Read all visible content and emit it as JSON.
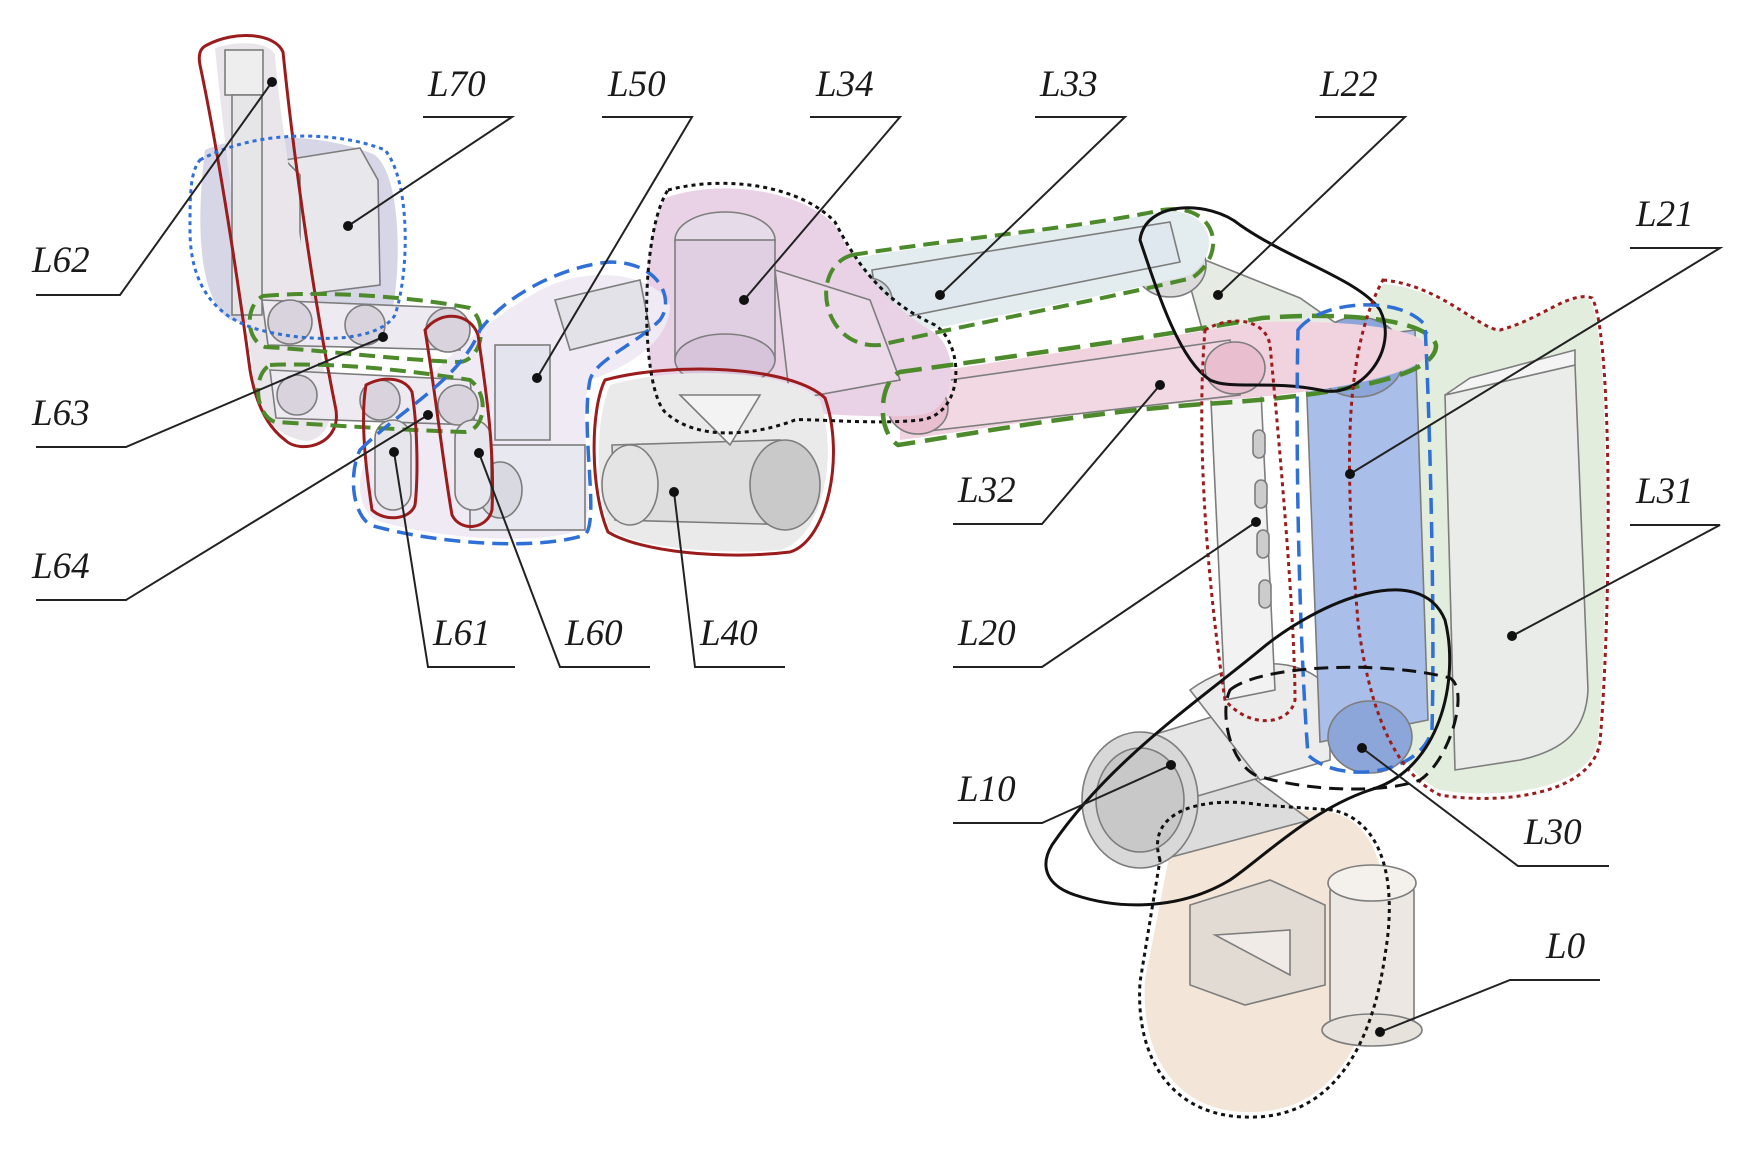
{
  "colors": {
    "outline_red": "#9b1c1c",
    "outline_blue": "#2f6fd6",
    "outline_green": "#4c8a2b",
    "outline_black": "#111111",
    "fill_base_L0": "#f3e6d8",
    "fill_green_L31": "#e2eddd",
    "fill_blue_L21": "#a9bfe9",
    "fill_pink_L32": "#f1d3df",
    "fill_pink_L34": "#ead2e6",
    "fill_grey_part": "#e4e4ea",
    "fill_L70": "#d6d6e6"
  },
  "labels": [
    {
      "id": "L62",
      "text": "L62",
      "outline": "solid red"
    },
    {
      "id": "L70",
      "text": "L70",
      "outline": "dotted blue"
    },
    {
      "id": "L50",
      "text": "L50",
      "outline": "dashed blue"
    },
    {
      "id": "L34",
      "text": "L34",
      "outline": "dotted black"
    },
    {
      "id": "L33",
      "text": "L33",
      "outline": "dashed green"
    },
    {
      "id": "L22",
      "text": "L22",
      "outline": "solid black"
    },
    {
      "id": "L21",
      "text": "L21",
      "outline": "dashed blue"
    },
    {
      "id": "L63",
      "text": "L63",
      "outline": "dashed green"
    },
    {
      "id": "L64",
      "text": "L64",
      "outline": "dashed green"
    },
    {
      "id": "L61",
      "text": "L61",
      "outline": "solid red"
    },
    {
      "id": "L60",
      "text": "L60",
      "outline": "solid red"
    },
    {
      "id": "L40",
      "text": "L40",
      "outline": "solid red"
    },
    {
      "id": "L32",
      "text": "L32",
      "outline": "dashed green"
    },
    {
      "id": "L31",
      "text": "L31",
      "outline": "dotted red"
    },
    {
      "id": "L20",
      "text": "L20",
      "outline": "dashed red"
    },
    {
      "id": "L10",
      "text": "L10",
      "outline": "solid black"
    },
    {
      "id": "L30",
      "text": "L30",
      "outline": "dashed black"
    },
    {
      "id": "L0",
      "text": "L0",
      "outline": "dotted black"
    }
  ]
}
